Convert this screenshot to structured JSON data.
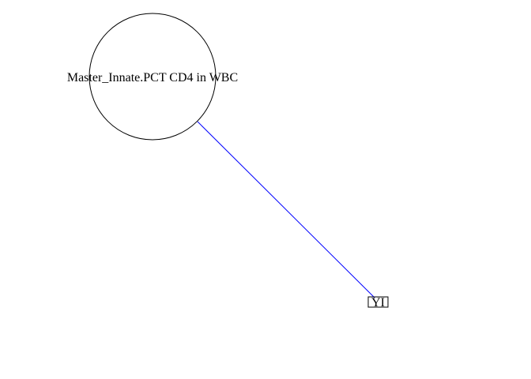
{
  "diagram": {
    "nodes": [
      {
        "id": "n1",
        "label": "Master_Innate.PCT CD4 in WBC",
        "shape": "circle"
      },
      {
        "id": "n2",
        "label": "YI",
        "shape": "box"
      }
    ],
    "edges": [
      {
        "from": "n1",
        "to": "n2"
      }
    ],
    "colors": {
      "edge": "#0000ff",
      "node_stroke": "#000000",
      "background": "#ffffff"
    }
  }
}
